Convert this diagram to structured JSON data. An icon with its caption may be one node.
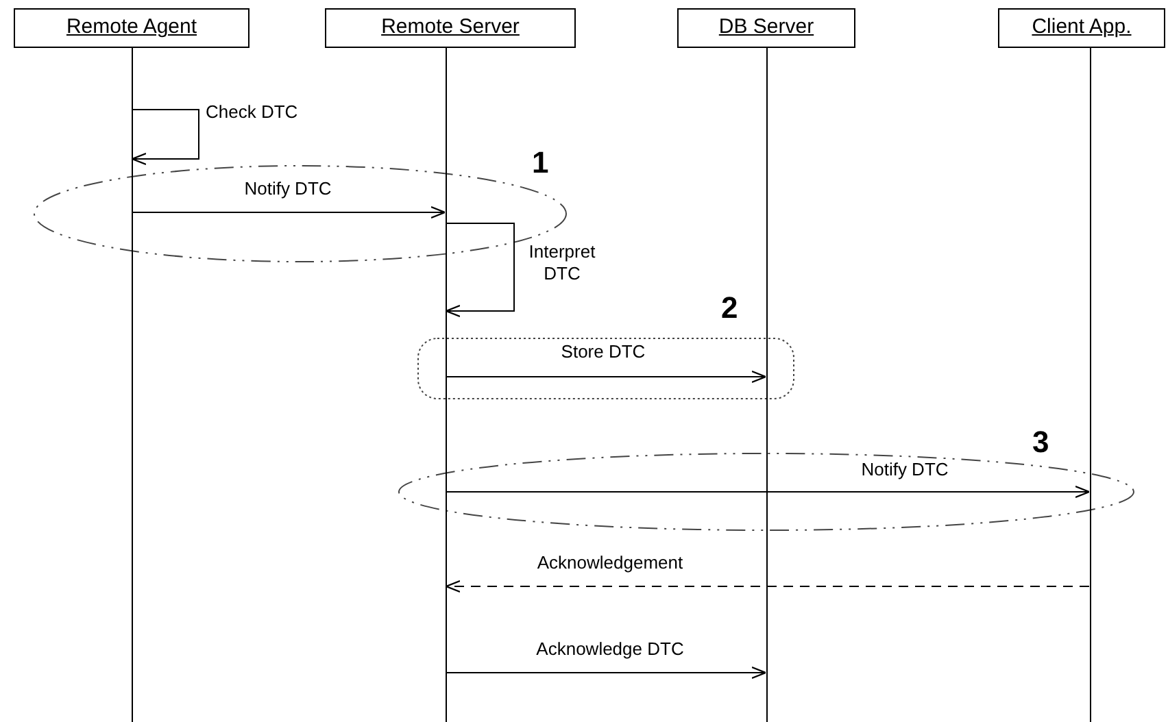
{
  "diagram": {
    "nodes": [
      {
        "text": [
          "Remote Agent"
        ]
      },
      {
        "text": [
          "Remote Server"
        ]
      },
      {
        "text": [
          "DB Server"
        ]
      },
      {
        "text": [
          "Client App."
        ]
      },
      {
        "text": [],
        "shape": "line"
      },
      {
        "text": [],
        "shape": "line"
      },
      {
        "text": [],
        "shape": "line"
      },
      {
        "text": [],
        "shape": "line"
      }
    ],
    "edges": [
      {
        "from": 4,
        "to": 4,
        "arrow": "to",
        "label": "Check DTC"
      },
      {
        "from": 4,
        "to": 5,
        "arrow": "to",
        "label": "Notify DTC"
      },
      {
        "from": 5,
        "to": 5,
        "arrow": "to",
        "label": "Interpret DTC"
      },
      {
        "from": 5,
        "to": 6,
        "arrow": "to",
        "label": "Store DTC"
      },
      {
        "from": 5,
        "to": 7,
        "arrow": "to",
        "label": "Notify DTC"
      },
      {
        "from": 7,
        "to": 5,
        "arrow": "to",
        "label": "Acknowledgement",
        "style": "dashed"
      },
      {
        "from": 5,
        "to": 6,
        "arrow": "to",
        "label": "Acknowledge DTC"
      }
    ],
    "labels": [
      "1",
      "2",
      "3"
    ]
  }
}
